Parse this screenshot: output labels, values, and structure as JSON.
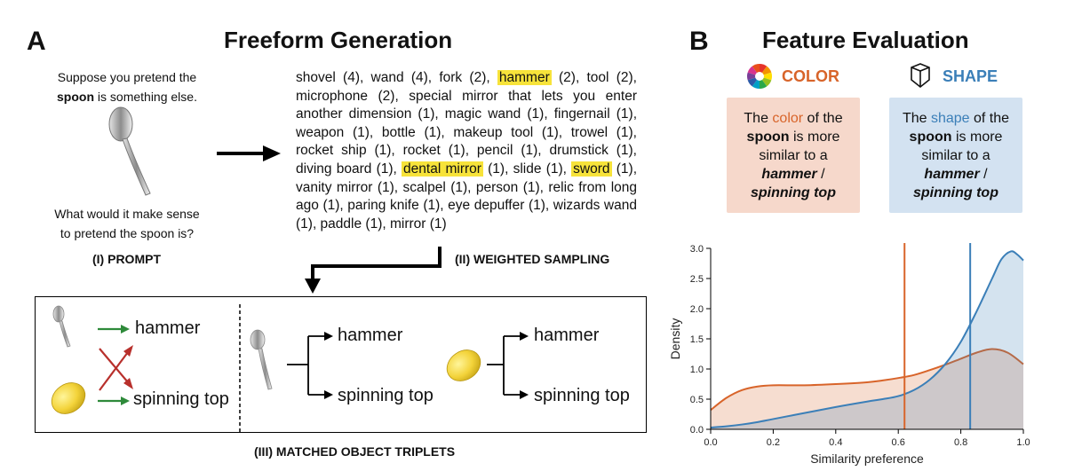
{
  "panel_a": {
    "letter": "A",
    "title": "Freeform Generation",
    "prompt": {
      "line1": "Suppose you pretend the",
      "spoon_word": "spoon",
      "line2_rest": " is something else.",
      "question_line1": "What would it make sense",
      "question_line2": "to pretend the spoon is?",
      "caption": "(I) PROMPT"
    },
    "sampling": {
      "caption": "(II) WEIGHTED SAMPLING",
      "segments": [
        {
          "text": "shovel (4), wand (4), fork (2), ",
          "highlight": false
        },
        {
          "text": "hammer",
          "highlight": true
        },
        {
          "text": " (2), tool (2), microphone (2), special mirror that lets you enter another dimension (1), magic wand (1), fingernail (1), weapon (1), bottle (1), makeup tool (1), trowel (1), rocket ship (1), rocket (1), pencil (1), drumstick (1), diving board (1), ",
          "highlight": false
        },
        {
          "text": "dental mirror",
          "highlight": true
        },
        {
          "text": " (1), slide (1), ",
          "highlight": false
        },
        {
          "text": "sword",
          "highlight": true
        },
        {
          "text": " (1), vanity mirror (1), scalpel (1), person (1), relic from long ago (1), paring knife (1), eye depuffer (1), wizards wand (1), paddle (1), mirror (1)",
          "highlight": false
        }
      ]
    },
    "triplets": {
      "caption": "(III) MATCHED OBJECT TRIPLETS",
      "left_top": "hammer",
      "left_bottom": "spinning top",
      "mid_top": "hammer",
      "mid_bottom": "spinning top",
      "right_top": "hammer",
      "right_bottom": "spinning top"
    }
  },
  "panel_b": {
    "letter": "B",
    "title": "Feature Evaluation",
    "color_label": "COLOR",
    "shape_label": "SHAPE",
    "color_card": {
      "the": "The ",
      "feature": "color",
      "of_the": " of the",
      "spoon": "spoon",
      "is_more": " is more",
      "similar": "similar to a",
      "hammer": "hammer",
      "slash": " /",
      "top": "spinning top"
    },
    "shape_card": {
      "the": "The ",
      "feature": "shape",
      "of_the": " of the",
      "spoon": "spoon",
      "is_more": " is more",
      "similar": "similar to a",
      "hammer": "hammer",
      "slash": " /",
      "top": "spinning top"
    }
  },
  "colors": {
    "color_accent": "#d8642a",
    "shape_accent": "#3b7fb8",
    "highlight": "#f7e33a",
    "color_card_bg": "#f6d8cb",
    "shape_card_bg": "#d3e2f1"
  },
  "chart_data": {
    "type": "area",
    "title": "",
    "xlabel": "Similarity preference",
    "ylabel": "Density",
    "xlim": [
      0.0,
      1.0
    ],
    "ylim": [
      0.0,
      3.0
    ],
    "xticks": [
      "0.0",
      "0.2",
      "0.4",
      "0.6",
      "0.8",
      "1.0"
    ],
    "yticks": [
      "0.0",
      "0.5",
      "1.0",
      "1.5",
      "2.0",
      "2.5",
      "3.0"
    ],
    "series": [
      {
        "color": "#d8642a",
        "x": [
          0.0,
          0.05,
          0.1,
          0.15,
          0.2,
          0.3,
          0.4,
          0.5,
          0.55,
          0.6,
          0.65,
          0.7,
          0.75,
          0.8,
          0.85,
          0.9,
          0.95,
          1.0
        ],
        "y": [
          0.32,
          0.52,
          0.65,
          0.71,
          0.73,
          0.73,
          0.75,
          0.78,
          0.81,
          0.85,
          0.9,
          0.98,
          1.07,
          1.17,
          1.27,
          1.33,
          1.27,
          1.08
        ]
      },
      {
        "color": "#3b7fb8",
        "x": [
          0.0,
          0.05,
          0.1,
          0.15,
          0.2,
          0.3,
          0.4,
          0.5,
          0.55,
          0.6,
          0.65,
          0.7,
          0.75,
          0.8,
          0.85,
          0.9,
          0.93,
          0.96,
          0.98,
          1.0
        ],
        "y": [
          0.03,
          0.05,
          0.08,
          0.12,
          0.17,
          0.27,
          0.37,
          0.46,
          0.5,
          0.55,
          0.65,
          0.82,
          1.08,
          1.45,
          1.95,
          2.5,
          2.82,
          2.95,
          2.9,
          2.8
        ]
      }
    ],
    "vlines": [
      {
        "x": 0.62,
        "color": "#d8642a"
      },
      {
        "x": 0.83,
        "color": "#3b7fb8"
      }
    ],
    "grid": false
  }
}
